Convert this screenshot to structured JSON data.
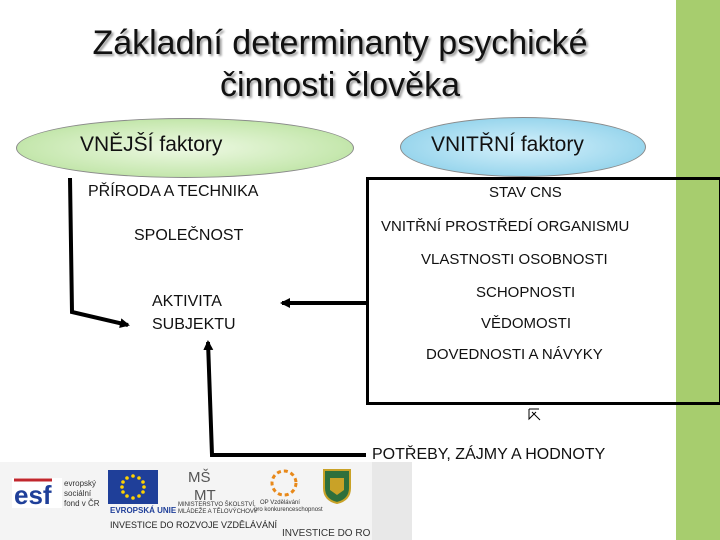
{
  "title": {
    "line1": "Základní determinanty psychické",
    "line2": "činnosti člověka"
  },
  "left_header": "VNĚJŠÍ  faktory",
  "right_header": "VNITŘNÍ faktory",
  "external_factors": [
    "PŘÍRODA  A TECHNIKA",
    "SPOLEČNOST"
  ],
  "subject": {
    "line1": "AKTIVITA",
    "line2": "SUBJEKTU"
  },
  "internal_factors": [
    "STAV CNS",
    "VNITŘNÍ  PROSTŘEDÍ  ORGANISMU",
    "VLASTNOSTI  OSOBNOSTI",
    "SCHOPNOSTI",
    "VĚDOMOSTI",
    "DOVEDNOSTI  A NÁVYKY"
  ],
  "needs": "POTŘEBY, ZÁJMY A HODNOTY",
  "footer": {
    "esf_small": [
      "evropský",
      "sociální",
      "fond v ČR"
    ],
    "eu_label": "EVROPSKÁ UNIE",
    "msmt_small": [
      "MINISTERSTVO ŠKOLSTVÍ,",
      "MLÁDEŽE A TĚLOVÝCHOVY"
    ],
    "op_small": [
      "OP Vzdělávání",
      "pro konkurenceschopnost"
    ],
    "invest": "INVESTICE DO ROZVOJE VZDĚLÁVÁNÍ",
    "invest_cut": "INVESTICE DO RO"
  },
  "colors": {
    "left_ellipse": "#c7e8b0",
    "right_ellipse": "#9ed8ee",
    "side_bar": "#a7cd6e",
    "eu_blue": "#1f3f99",
    "eu_star": "#ffd200"
  }
}
